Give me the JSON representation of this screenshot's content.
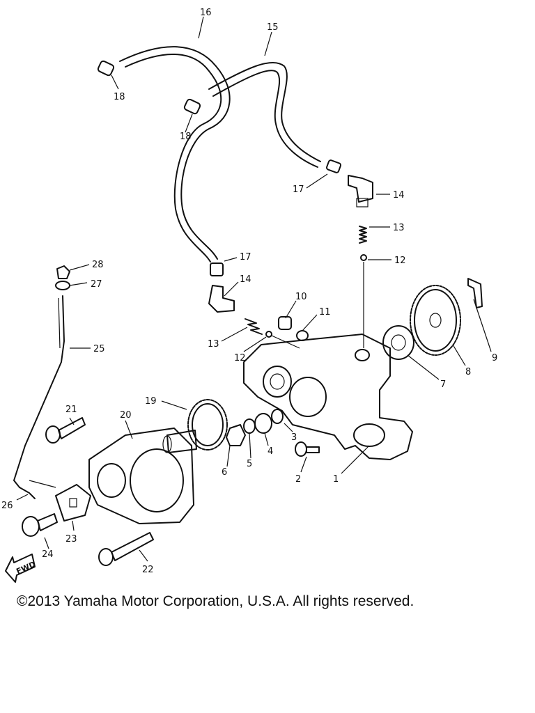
{
  "diagram": {
    "callouts": {
      "p1": "1",
      "p2": "2",
      "p3": "3",
      "p4": "4",
      "p5": "5",
      "p6": "6",
      "p7": "7",
      "p8": "8",
      "p9": "9",
      "p10": "10",
      "p11": "11",
      "p12a": "12",
      "p12b": "12",
      "p13a": "13",
      "p13b": "13",
      "p14a": "14",
      "p14b": "14",
      "p15": "15",
      "p16": "16",
      "p17a": "17",
      "p17b": "17",
      "p18a": "18",
      "p18b": "18",
      "p19": "19",
      "p20": "20",
      "p21": "21",
      "p22": "22",
      "p23": "23",
      "p24": "24",
      "p25": "25",
      "p26": "26",
      "p27": "27",
      "p28": "28"
    },
    "fwd_label": "FWD"
  },
  "footer": {
    "copyright": "©2013 Yamaha Motor Corporation, U.S.A. All rights reserved."
  }
}
